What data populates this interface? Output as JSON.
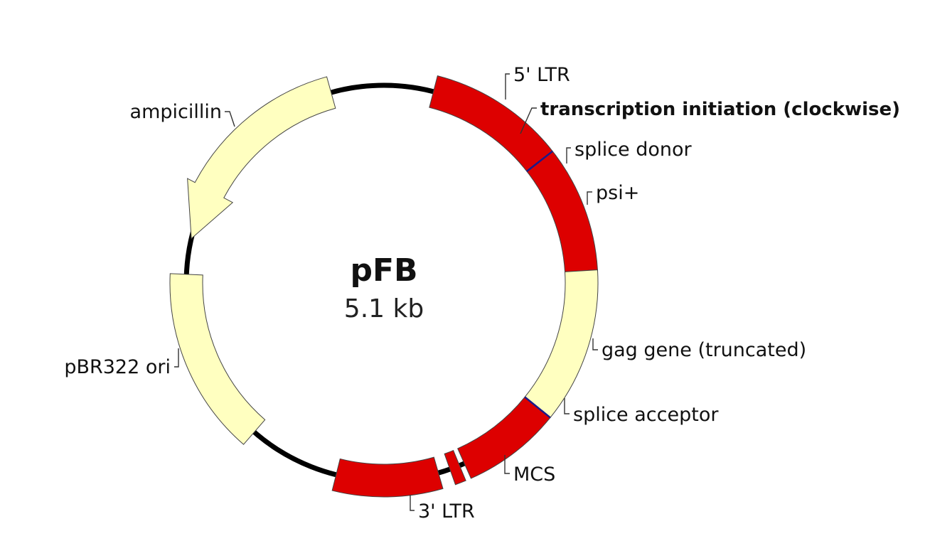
{
  "plasmid": {
    "name": "pFB",
    "size": "5.1 kb"
  },
  "features": [
    {
      "id": "5-ltr",
      "label": "5' LTR",
      "color": "#dd0000"
    },
    {
      "id": "psi",
      "label": "psi+",
      "color": "#dd0000"
    },
    {
      "id": "gag",
      "label": "gag gene (truncated)",
      "color": "#ffffc0"
    },
    {
      "id": "splice-acceptor-seg",
      "label": "splice acceptor",
      "color": "#dd0000"
    },
    {
      "id": "mcs",
      "label": "MCS",
      "color": "#dd0000"
    },
    {
      "id": "3-ltr",
      "label": "3' LTR",
      "color": "#dd0000"
    },
    {
      "id": "pbr322-ori",
      "label": "pBR322 ori",
      "color": "#ffffc0"
    },
    {
      "id": "ampicillin",
      "label": "ampicillin",
      "color": "#ffffc0"
    }
  ],
  "annotations": {
    "transcription": "transcription initiation (clockwise)",
    "splice_donor": "splice donor"
  },
  "colors": {
    "backbone": "#000000",
    "marker": "#1a1a8a"
  }
}
